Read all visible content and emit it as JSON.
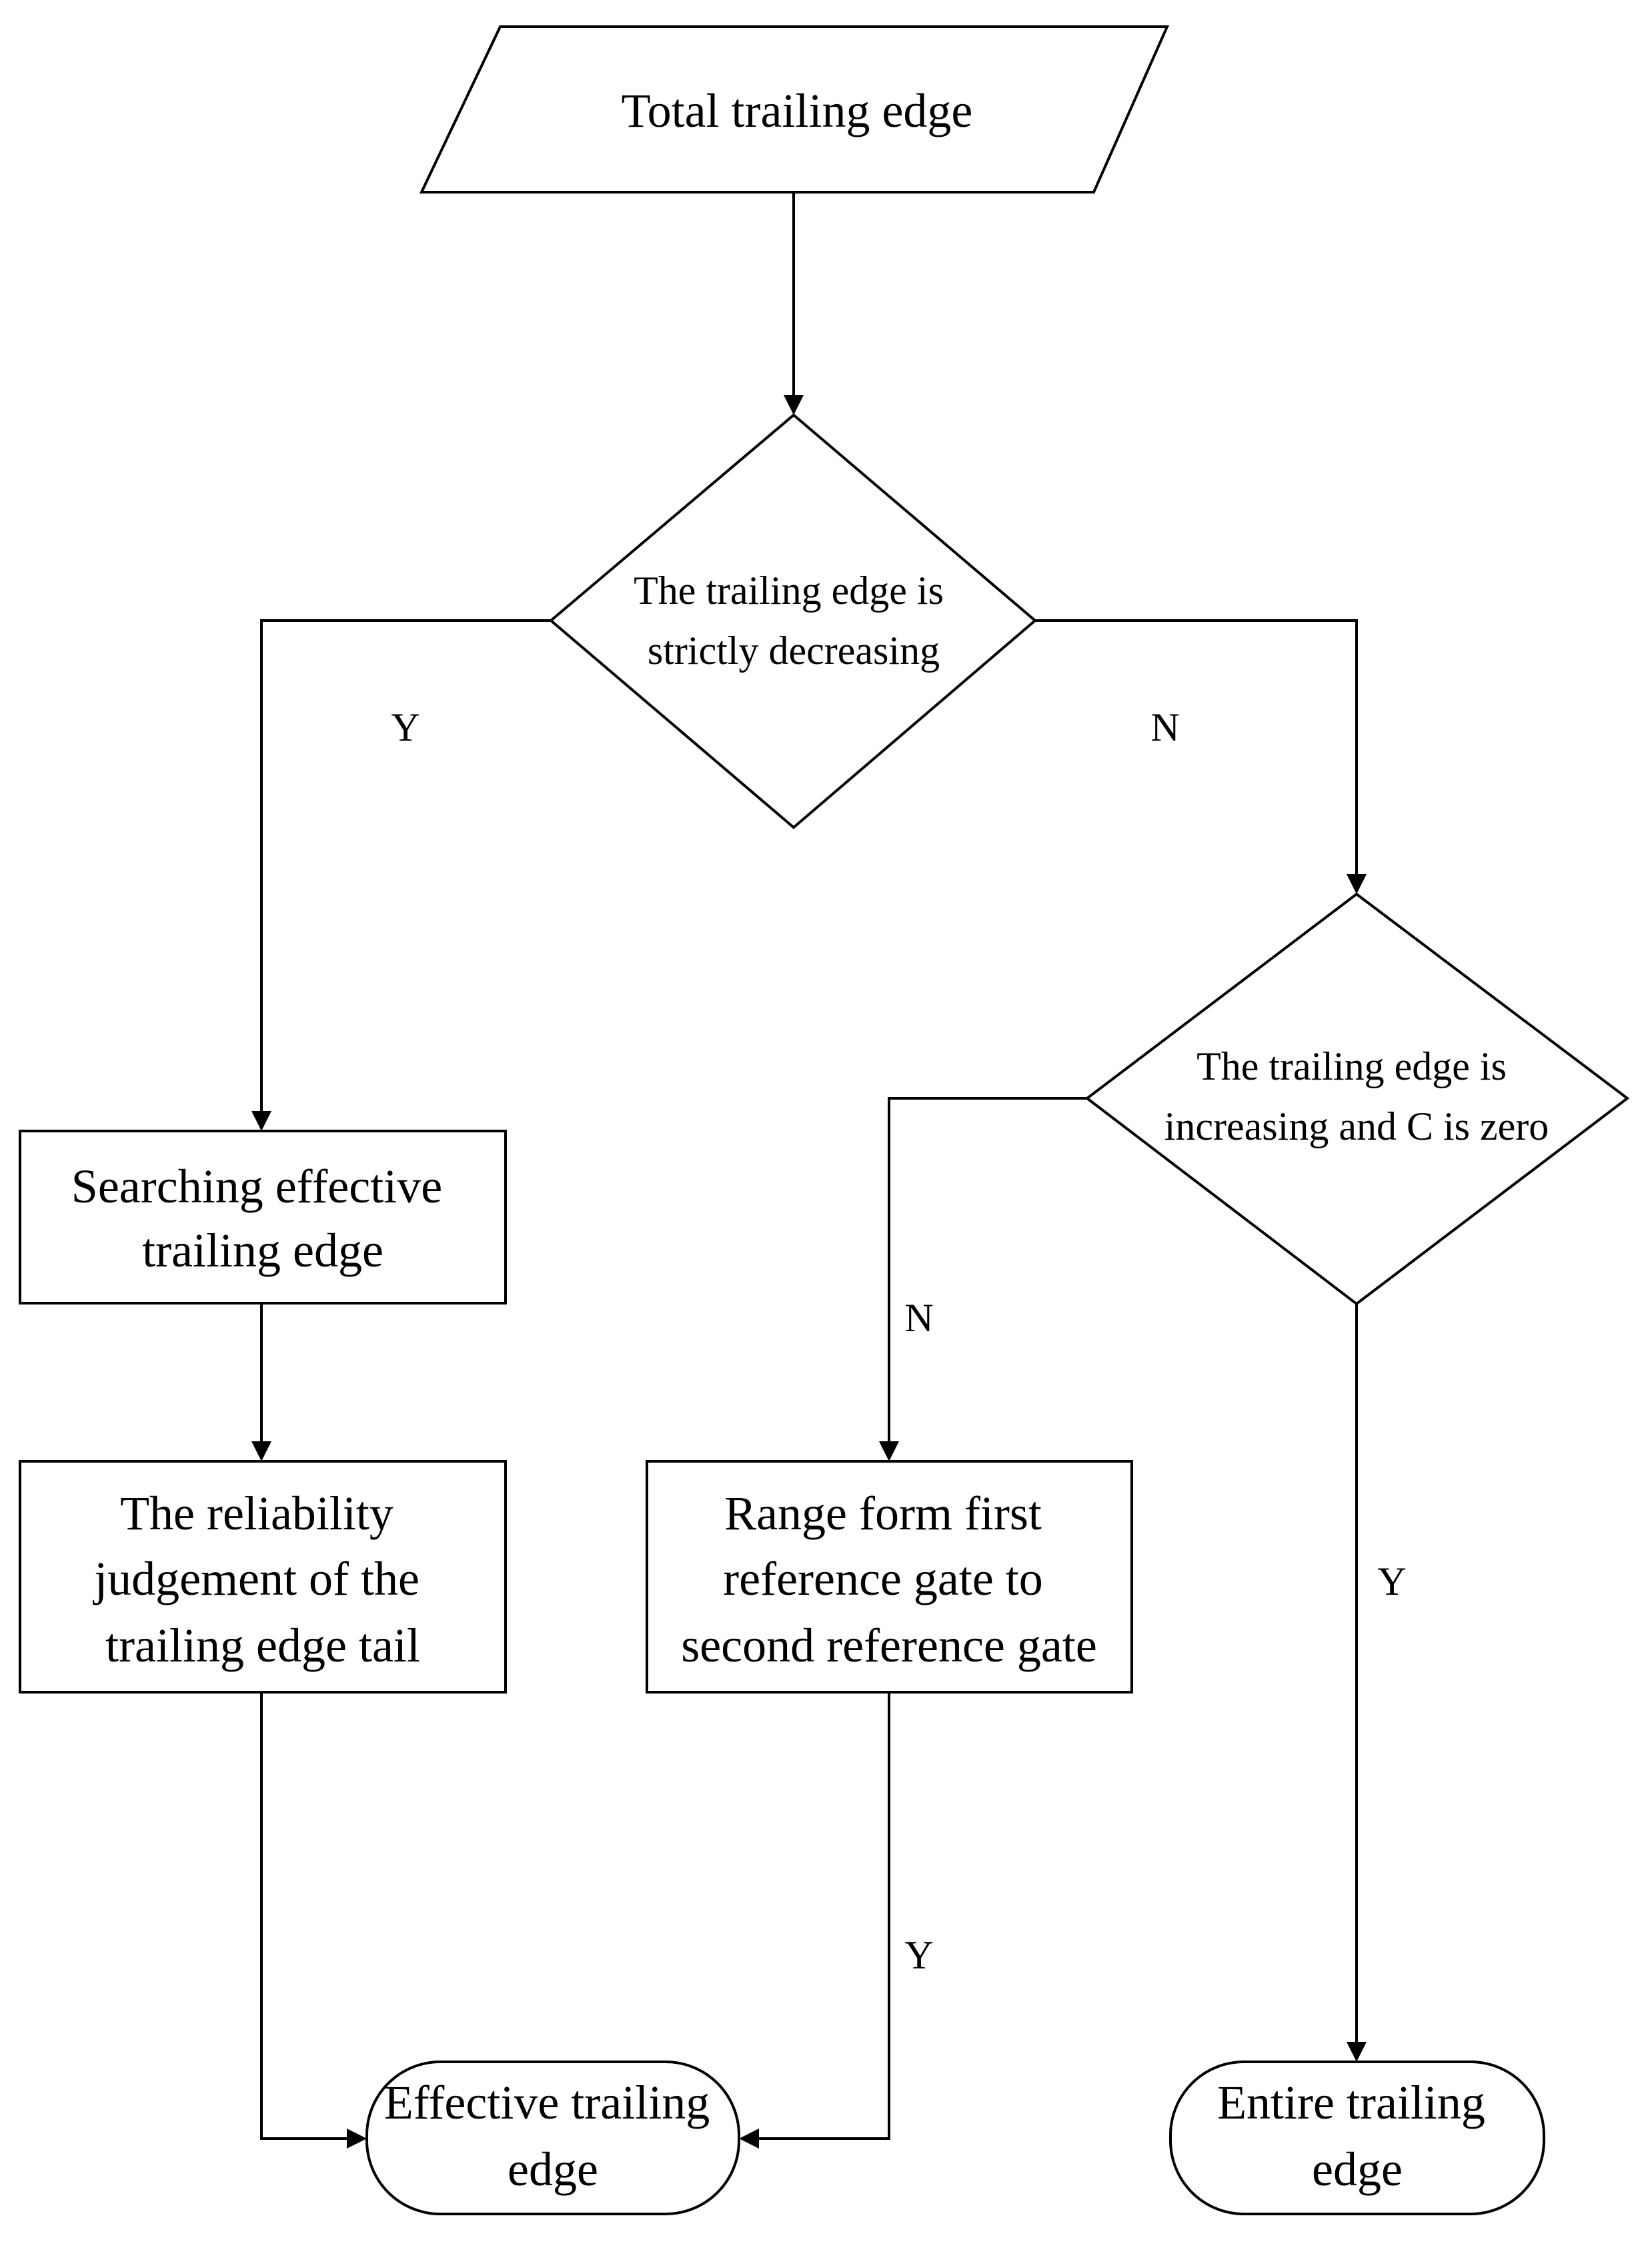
{
  "nodes": {
    "start": {
      "lines": [
        "Total trailing edge"
      ]
    },
    "decision1": {
      "lines": [
        "The trailing edge is",
        "strictly decreasing"
      ]
    },
    "decision2": {
      "lines": [
        "The trailing edge is",
        "increasing and C is zero"
      ]
    },
    "search": {
      "lines": [
        "Searching effective",
        "trailing edge"
      ]
    },
    "reliability": {
      "lines": [
        "The reliability",
        "judgement of the",
        "trailing edge tail"
      ]
    },
    "range": {
      "lines": [
        "Range form first",
        "reference gate to",
        "second reference gate"
      ]
    },
    "effective": {
      "lines": [
        "Effective trailing",
        "edge"
      ]
    },
    "entire": {
      "lines": [
        "Entire trailing",
        "edge"
      ]
    }
  },
  "edge_labels": {
    "d1_yes": "Y",
    "d1_no": "N",
    "d2_no": "N",
    "d2_yes": "Y",
    "range_yes": "Y"
  }
}
